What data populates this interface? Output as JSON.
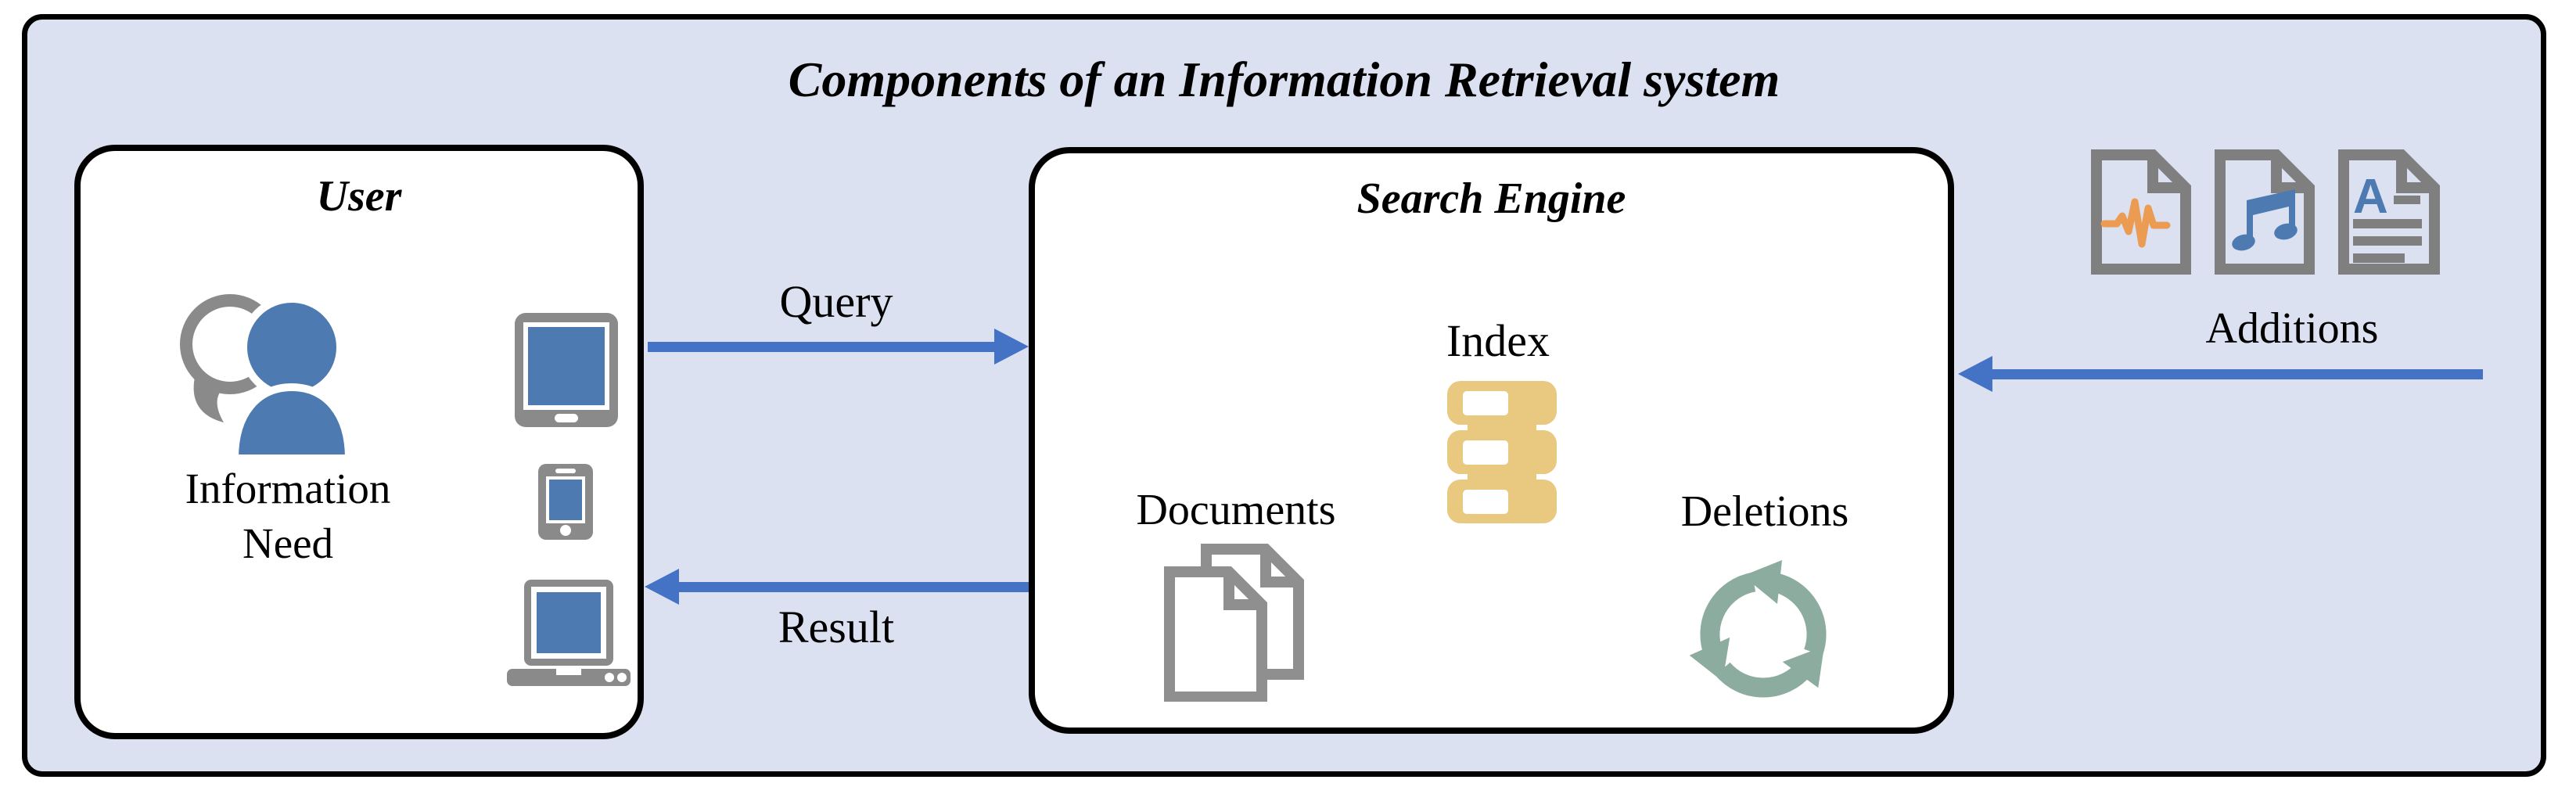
{
  "title": "Components of an Information Retrieval system",
  "user_box": {
    "title": "User",
    "caption_line1": "Information",
    "caption_line2": "Need",
    "icons": [
      "person-speech-icon",
      "tablet-icon",
      "smartphone-icon",
      "laptop-icon"
    ]
  },
  "search_box": {
    "title": "Search Engine",
    "index_label": "Index",
    "documents_label": "Documents",
    "deletions_label": "Deletions",
    "icons": [
      "index-database-icon",
      "documents-icon",
      "deletions-recycle-icon"
    ]
  },
  "arrows": {
    "query_label": "Query",
    "result_label": "Result",
    "additions_label": "Additions"
  },
  "additions_sources": {
    "icons": [
      "audio-file-icon",
      "music-file-icon",
      "text-file-icon"
    ]
  },
  "colors": {
    "background": "#dbe1f0",
    "arrow_blue": "#4472c4",
    "icon_blue": "#4d7ab0",
    "icon_gray": "#8a8a8a",
    "index_tan": "#e9c87f",
    "deletions_green": "#8caca0",
    "audio_orange": "#ec9b52",
    "box_fill": "#ffffff",
    "border_black": "#000000"
  }
}
